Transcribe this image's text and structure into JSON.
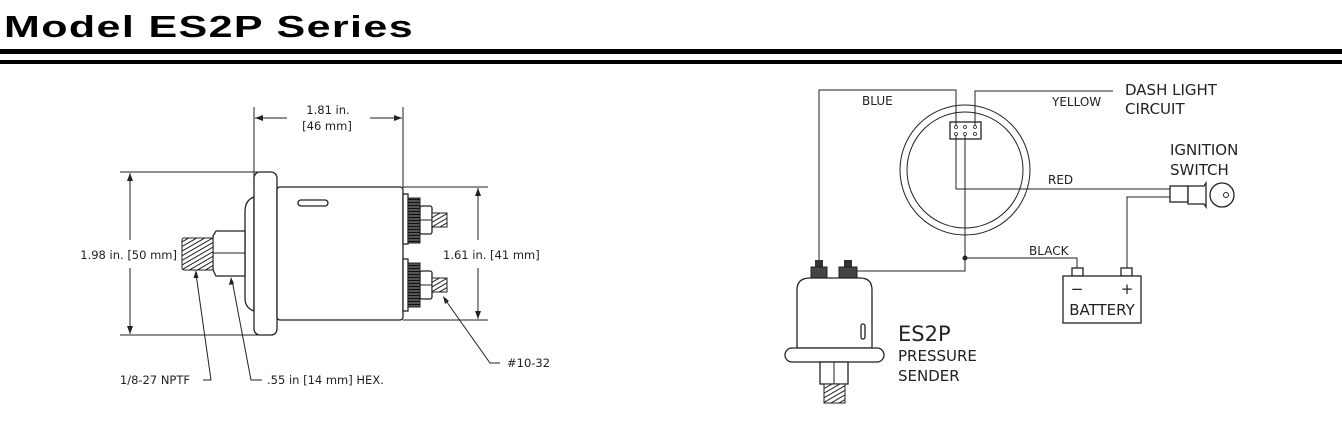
{
  "header": {
    "title": "Model ES2P Series"
  },
  "dimension_drawing": {
    "width_in": "1.81 in.",
    "width_mm": "[46 mm]",
    "height_overall": "1.98 in. [50 mm]",
    "height_body": "1.61 in.  [41 mm]",
    "thread_label": "1/8-27 NPTF",
    "hex_label": ".55 in   [14 mm] HEX.",
    "stud_label": "#10-32"
  },
  "wiring_diagram": {
    "wire_blue": "BLUE",
    "wire_yellow": "YELLOW",
    "wire_red": "RED",
    "wire_black": "BLACK",
    "dash_light_line1": "DASH LIGHT",
    "dash_light_line2": "CIRCUIT",
    "ignition_line1": "IGNITION",
    "ignition_line2": "SWITCH",
    "battery_label": "BATTERY",
    "battery_neg": "−",
    "battery_pos": "+",
    "sender_model": "ES2P",
    "sender_line1": "PRESSURE",
    "sender_line2": "SENDER"
  }
}
